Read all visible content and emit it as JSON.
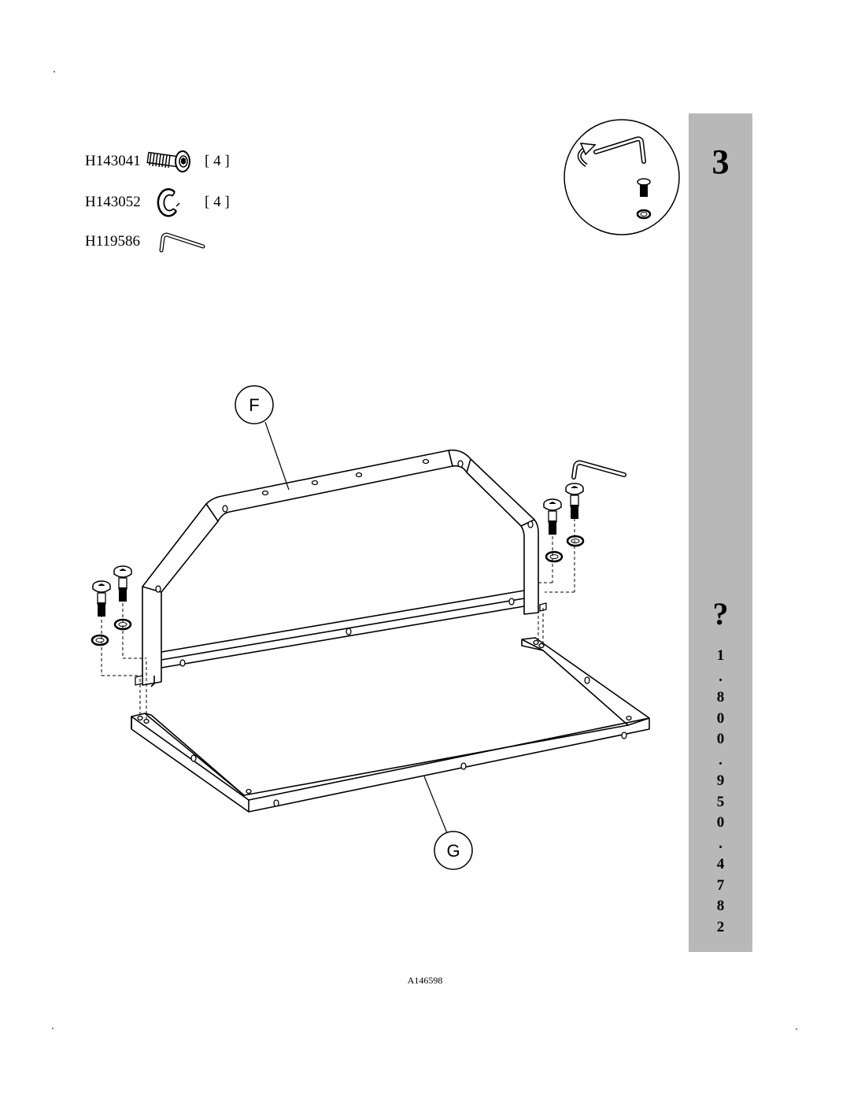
{
  "parts": [
    {
      "code": "H143041",
      "icon": "bolt-icon",
      "qty": "[ 4 ]"
    },
    {
      "code": "H143052",
      "icon": "lock-washer-icon",
      "qty": "[ 4 ]"
    },
    {
      "code": "H119586",
      "icon": "allen-key-icon",
      "qty": ""
    }
  ],
  "step": "3",
  "help": {
    "symbol": "?",
    "phone_chars": [
      "1",
      ".",
      "8",
      "0",
      "0",
      ".",
      "9",
      "5",
      "0",
      ".",
      "4",
      "7",
      "8",
      "2"
    ]
  },
  "callouts": {
    "upper": "F",
    "lower": "G"
  },
  "doc_code": "A146598",
  "colors": {
    "sidebar": "#b8b8b8",
    "ink": "#000000",
    "paper": "#ffffff"
  }
}
